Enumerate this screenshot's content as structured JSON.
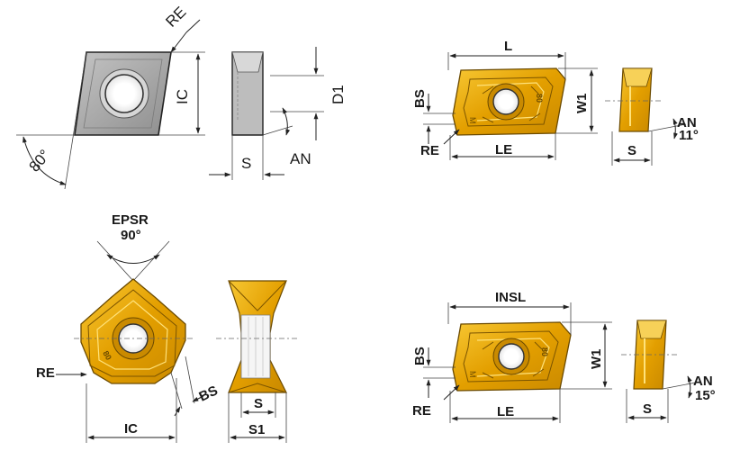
{
  "colors": {
    "insert_gray": "#a7a7a7",
    "insert_gold": "#e8a800",
    "line": "#222222"
  },
  "views": {
    "rhombic": {
      "re": "RE",
      "ic": "IC",
      "angle": "80°",
      "d1": "D1",
      "s": "S",
      "an": "AN"
    },
    "rect_top": {
      "l": "L",
      "bs": "BS",
      "re": "RE",
      "le": "LE",
      "w1": "W1",
      "s": "S",
      "an": "AN",
      "an_angle": "11°",
      "engraving": "80"
    },
    "trigon": {
      "epsr": "EPSR",
      "epsr_angle": "90°",
      "re": "RE",
      "bs": "BS",
      "ic": "IC",
      "s": "S",
      "s1": "S1",
      "engraving": "80"
    },
    "rect_bottom": {
      "insl": "INSL",
      "bs": "BS",
      "re": "RE",
      "le": "LE",
      "w1": "W1",
      "s": "S",
      "an": "AN",
      "an_angle": "15°",
      "engraving": "80"
    }
  }
}
